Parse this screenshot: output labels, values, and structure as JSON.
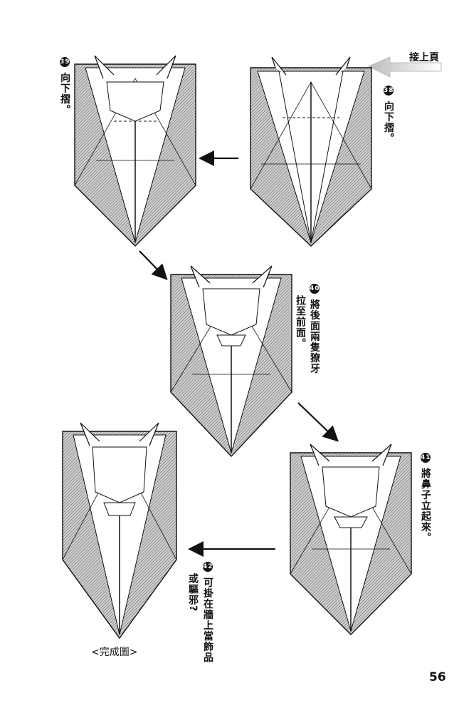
{
  "continue_label": "接上頁",
  "steps": [
    {
      "number": "38",
      "text": "向下摺。"
    },
    {
      "number": "39",
      "text": "向下摺。"
    },
    {
      "number": "40",
      "line1": "將後面兩隻獠牙",
      "line2": "拉至前面。"
    },
    {
      "number": "41",
      "text": "將鼻子立起來。"
    },
    {
      "number": "42",
      "line1": "可掛在牆上當飾品",
      "line2": "或驅邪?"
    }
  ],
  "final_caption": "<完成圖>",
  "page_number": "56"
}
